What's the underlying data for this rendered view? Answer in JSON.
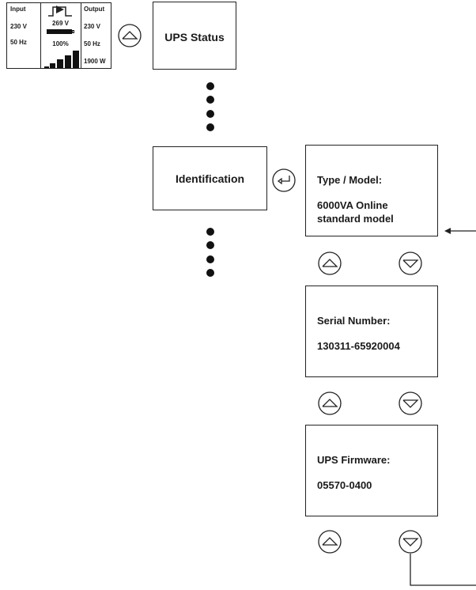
{
  "lcd": {
    "input_label": "Input",
    "input_voltage": "230 V",
    "input_frequency": "50 Hz",
    "battery_voltage": "269 V",
    "battery_charge": "100%",
    "output_label": "Output",
    "output_voltage": "230 V",
    "output_frequency": "50 Hz",
    "output_power": "1900 W"
  },
  "menu": {
    "ups_status": "UPS Status",
    "identification": "Identification"
  },
  "screens": {
    "type_model": {
      "heading": "Type / Model:",
      "value_line1": "6000VA Online",
      "value_line2": "standard model"
    },
    "serial": {
      "heading": "Serial Number:",
      "value": "130311-65920004"
    },
    "firmware": {
      "heading": "UPS Firmware:",
      "value": "05570-0400"
    }
  },
  "icons": {
    "up": "up-arrow-button-icon",
    "down": "down-arrow-button-icon",
    "enter": "enter-button-icon"
  }
}
